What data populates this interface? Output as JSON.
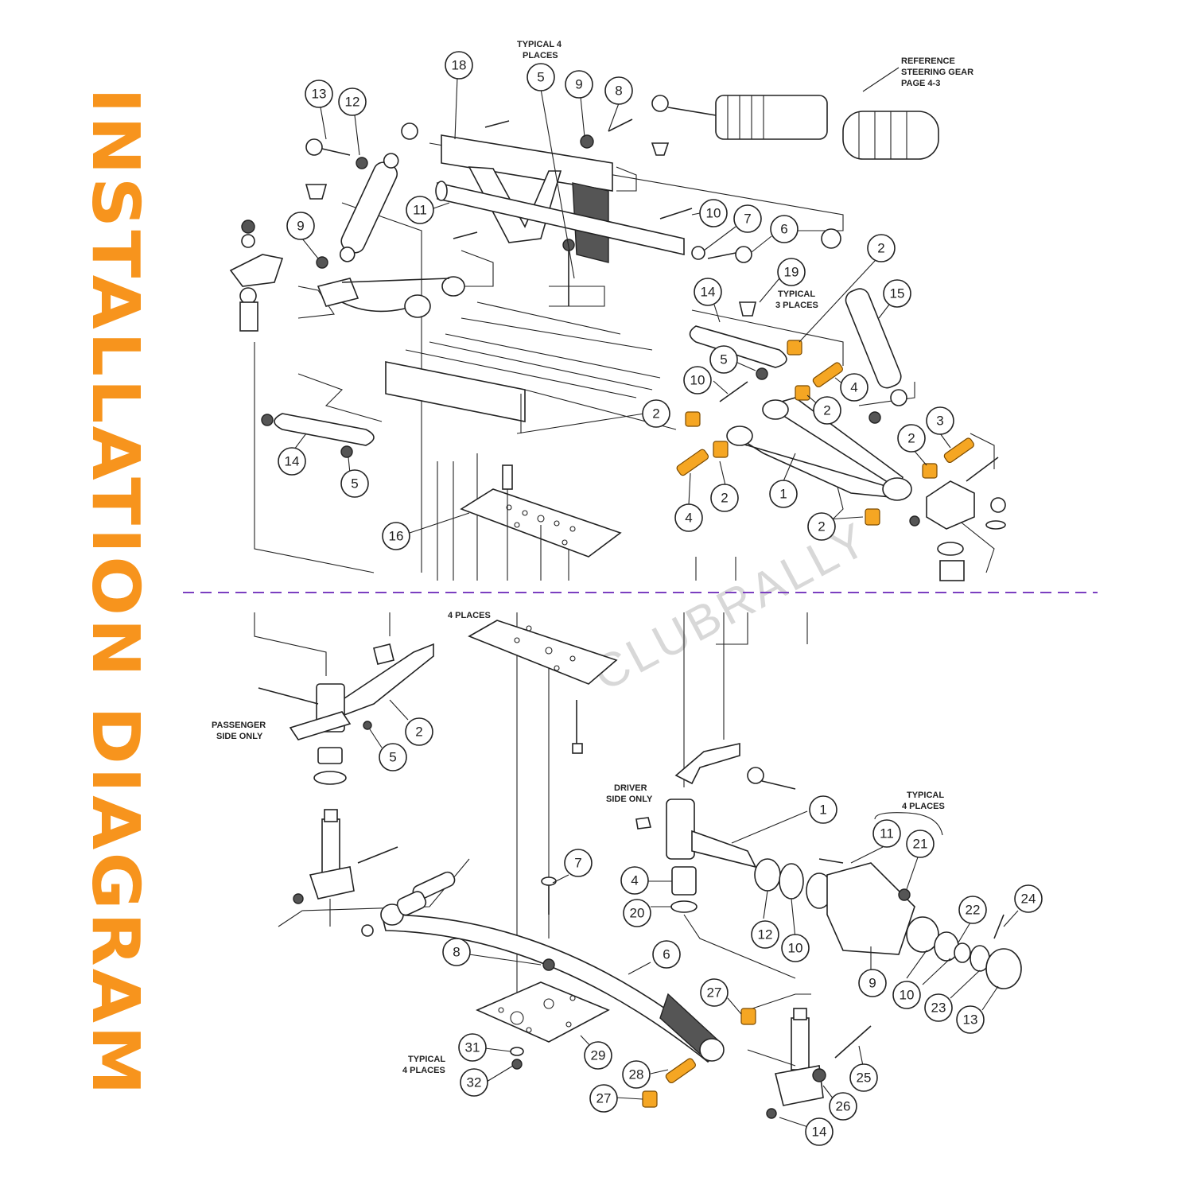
{
  "title": "INSTALLATION DIAGRAM",
  "watermark": "CLUBRALLY",
  "colors": {
    "title": "#f7941d",
    "separator": "#7b3fc0",
    "bushing": "#f5a623",
    "line": "#222222"
  },
  "notes": {
    "typical_4_places_top": [
      "TYPICAL 4",
      "PLACES"
    ],
    "reference_steering": [
      "REFERENCE",
      "STEERING GEAR",
      "PAGE 4-3"
    ],
    "typical_3_places": [
      "TYPICAL",
      "3 PLACES"
    ],
    "four_places_bottom": "4 PLACES",
    "passenger_side": [
      "PASSENGER",
      "SIDE ONLY"
    ],
    "driver_side": [
      "DRIVER",
      "SIDE ONLY"
    ],
    "typical_4_places_right": [
      "TYPICAL",
      "4 PLACES"
    ],
    "typical_4_places_left": [
      "TYPICAL",
      "4 PLACES"
    ]
  },
  "callouts_top": [
    "18",
    "5",
    "9",
    "8",
    "13",
    "12",
    "11",
    "10",
    "7",
    "6",
    "9",
    "2",
    "19",
    "14",
    "15",
    "5",
    "10",
    "4",
    "2",
    "2",
    "3",
    "2",
    "14",
    "5",
    "1",
    "2",
    "4",
    "2",
    "16"
  ],
  "callouts_bottom": [
    "2",
    "5",
    "1",
    "11",
    "21",
    "7",
    "4",
    "20",
    "12",
    "10",
    "22",
    "24",
    "8",
    "6",
    "9",
    "10",
    "23",
    "13",
    "27",
    "31",
    "29",
    "28",
    "25",
    "32",
    "27",
    "26",
    "14"
  ]
}
